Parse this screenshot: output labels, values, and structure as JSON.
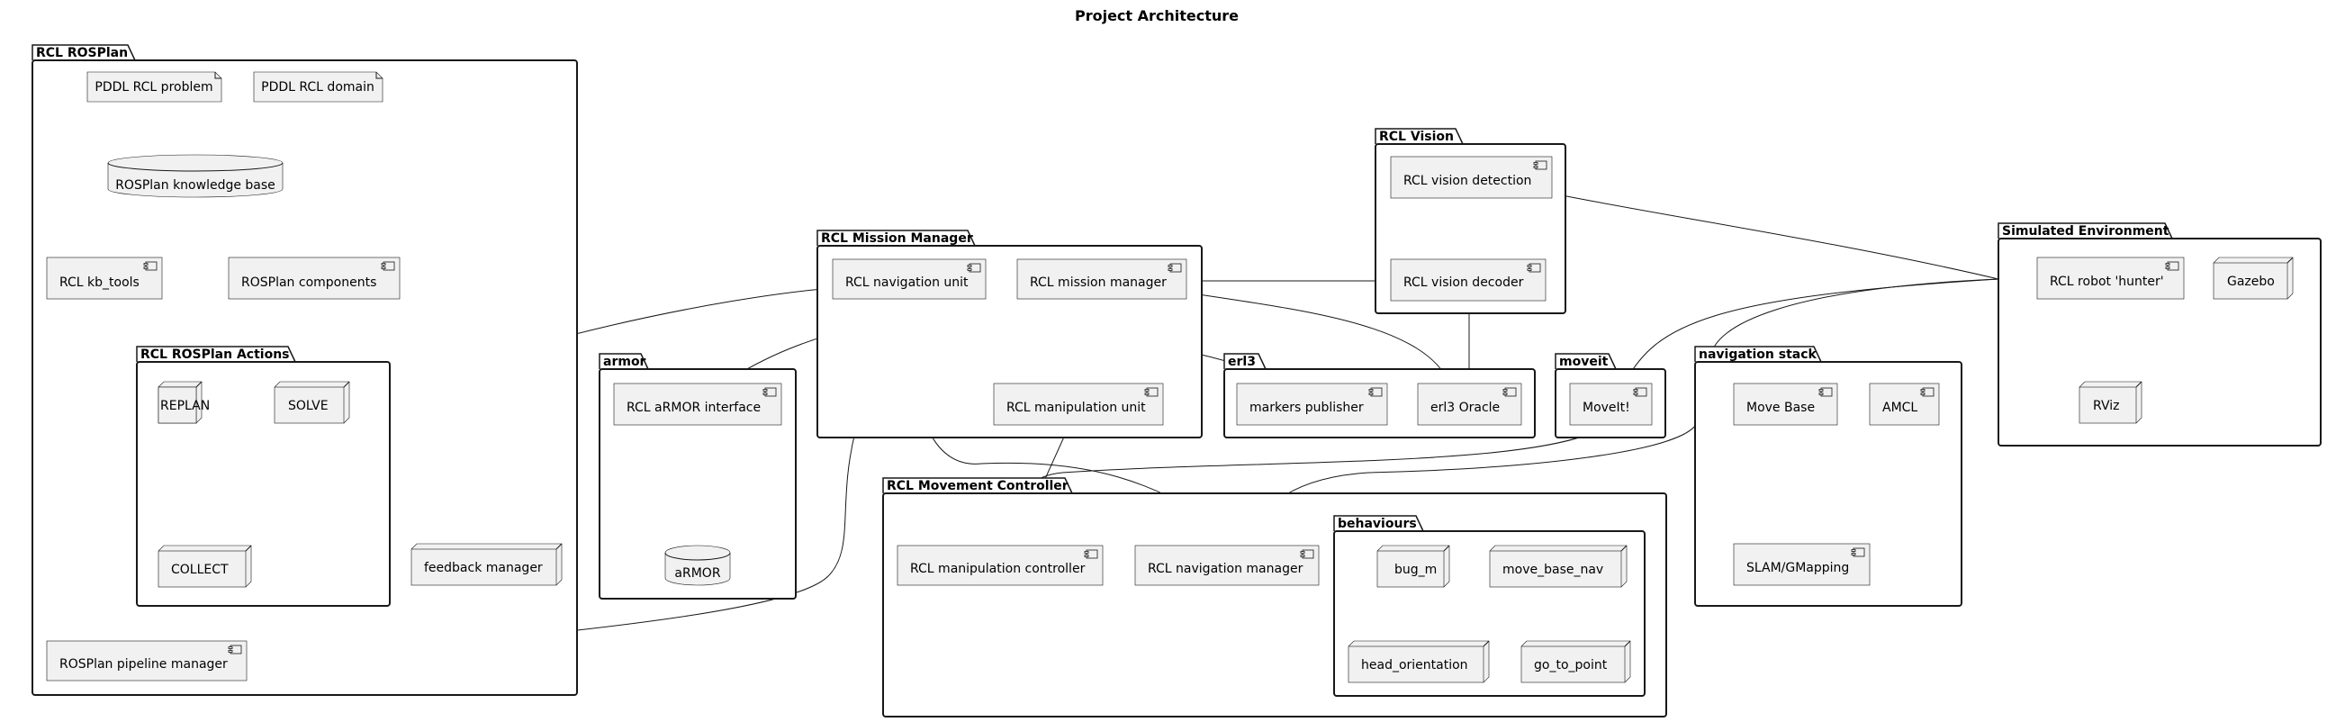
{
  "title": "Project Architecture",
  "packages": {
    "rosplan": "RCL ROSPlan",
    "rosplan_actions": "RCL ROSPlan Actions",
    "mission_manager": "RCL Mission Manager",
    "armor": "armor",
    "erl3": "erl3",
    "moveit": "moveit",
    "vision": "RCL Vision",
    "movement_controller": "RCL Movement Controller",
    "behaviours": "behaviours",
    "navigation_stack": "navigation stack",
    "simulated_environment": "Simulated Environment"
  },
  "nodes": {
    "pddl_problem": "PDDL RCL problem",
    "pddl_domain": "PDDL RCL domain",
    "knowledge_base": "ROSPlan knowledge base",
    "kb_tools": "RCL kb_tools",
    "rosplan_components": "ROSPlan components",
    "replan": "REPLAN",
    "solve": "SOLVE",
    "collect": "COLLECT",
    "feedback_manager": "feedback manager",
    "pipeline_manager": "ROSPlan pipeline manager",
    "navigation_unit": "RCL navigation unit",
    "mission_manager": "RCL mission manager",
    "manipulation_unit": "RCL manipulation unit",
    "armor_interface": "RCL aRMOR interface",
    "armor_db": "aRMOR",
    "markers_publisher": "markers publisher",
    "erl3_oracle": "erl3 Oracle",
    "moveit_node": "MoveIt!",
    "vision_detection": "RCL vision detection",
    "vision_decoder": "RCL vision decoder",
    "manipulation_controller": "RCL manipulation controller",
    "navigation_manager": "RCL navigation manager",
    "bug_m": "bug_m",
    "move_base_nav": "move_base_nav",
    "head_orientation": "head_orientation",
    "go_to_point": "go_to_point",
    "move_base": "Move Base",
    "amcl": "AMCL",
    "slam": "SLAM/GMapping",
    "robot_hunter": "RCL robot 'hunter'",
    "gazebo": "Gazebo",
    "rviz": "RViz"
  }
}
